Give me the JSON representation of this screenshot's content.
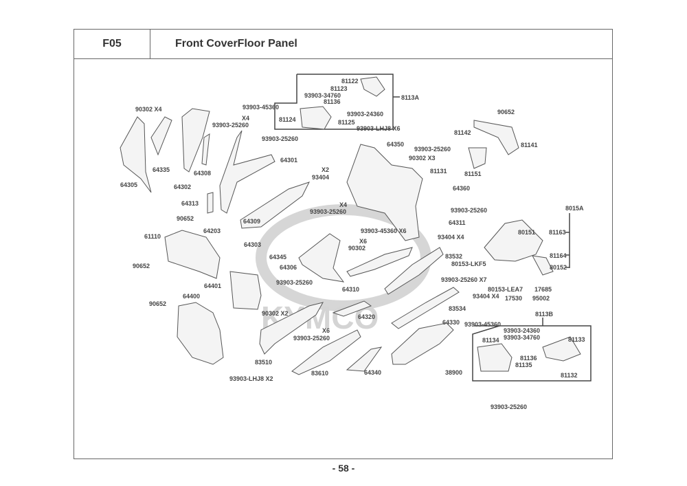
{
  "header": {
    "section_code": "F05",
    "title": "Front CoverFloor Panel"
  },
  "footer": {
    "page_number": "- 58 -"
  },
  "watermark": {
    "brand": "KYMCO",
    "color": "#d4d4d4"
  },
  "labels": {
    "l_90302_x4_a": "90302   X4",
    "l_64335": "64335",
    "l_64305": "64305",
    "l_64302": "64302",
    "l_64308": "64308",
    "l_x4_a": "X4",
    "l_93903_25260_a": "93903-25260",
    "l_93903_45360_a": "93903-45360",
    "l_64313": "64313",
    "l_64301": "64301",
    "l_90652_a": "90652",
    "l_64309": "64309",
    "l_64203": "64203",
    "l_64303": "64303",
    "l_61110": "61110",
    "l_90652_b": "90652",
    "l_64345": "64345",
    "l_64306": "64306",
    "l_x4_b": "X4",
    "l_93903_25260_b": "93903-25260",
    "l_64401": "64401",
    "l_93903_25260_c": "93903-25260",
    "l_90652_c": "90652",
    "l_64400": "64400",
    "l_90302_x2": "90302   X2",
    "l_x6_a": "X6",
    "l_93903_25260_d": "93903-25260",
    "l_83510": "83510",
    "l_83610": "83610",
    "l_93903_lhj8_x2": "93903-LHJ8 X2",
    "l_81122": "81122",
    "l_81123": "81123",
    "l_93903_34760_a": "93903-34760",
    "l_81136_a": "81136",
    "l_93903_24360_a": "93903-24360",
    "l_81124": "81124",
    "l_81125": "81125",
    "l_8113a": "8113A",
    "l_93903_lhj8_x6": "93903-LHJ8 X6",
    "l_93903_25260_e": "93903-25260",
    "l_64350": "64350",
    "l_x2": "X2",
    "l_93404_a": "93404",
    "l_93903_25260_f": "93903-25260",
    "l_90302_x3": "90302  X3",
    "l_81131": "81131",
    "l_81151": "81151",
    "l_90652_d": "90652",
    "l_81142": "81142",
    "l_81141": "81141",
    "l_64360": "64360",
    "l_93903_25260_g": "93903-25260",
    "l_64311": "64311",
    "l_93903_45360_x6": "93903-45360 X6",
    "l_x6_b": "X6",
    "l_90302_b": "90302",
    "l_93404_x4_a": "93404   X4",
    "l_83532": "83532",
    "l_64310": "64310",
    "l_93903_25260_x7": "93903-25260 X7",
    "l_93404_x4_b": "93404   X4",
    "l_64320": "64320",
    "l_83534": "83534",
    "l_64330": "64330",
    "l_93903_45360_b": "93903-45360",
    "l_64340": "64340",
    "l_38900": "38900",
    "l_93903_25260_h": "93903-25260",
    "l_8015a": "8015A",
    "l_80151": "80151",
    "l_81163": "81163",
    "l_81164": "81164",
    "l_80152": "80152",
    "l_80153_lkf5": "80153-LKF5",
    "l_80153_lea7": "80153-LEA7",
    "l_17685": "17685",
    "l_17530": "17530",
    "l_95002": "95002",
    "l_8113b": "8113B",
    "l_93903_24360_b": "93903-24360",
    "l_93903_34760_b": "93903-34760",
    "l_81134": "81134",
    "l_81133": "81133",
    "l_81136_b": "81136",
    "l_81135": "81135",
    "l_81132": "81132"
  }
}
